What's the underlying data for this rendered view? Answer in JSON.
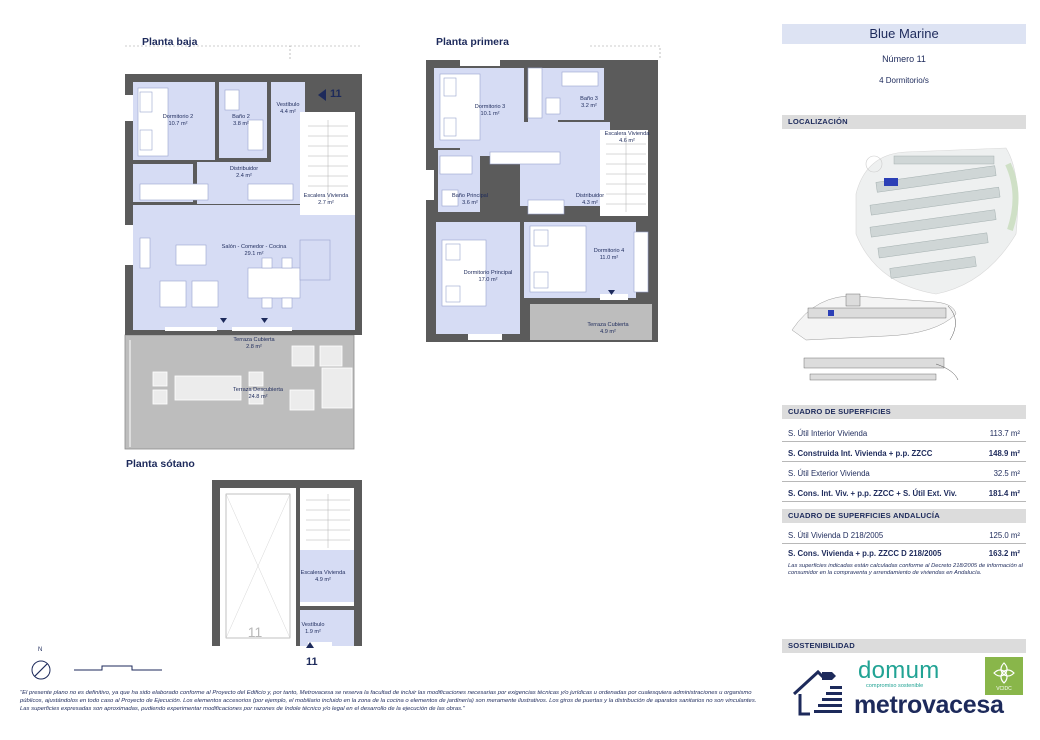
{
  "floors": {
    "baja": "Planta baja",
    "primera": "Planta primera",
    "sotano": "Planta sótano"
  },
  "rooms_baja": {
    "dormitorio2": [
      "Dormitorio 2",
      "10.7 m²"
    ],
    "bano2": [
      "Baño 2",
      "3.8 m²"
    ],
    "vestibulo": [
      "Vestíbulo",
      "4.4 m²"
    ],
    "distribuidor": [
      "Distribuidor",
      "2.4 m²"
    ],
    "escalera": [
      "Escalera Vivienda",
      "2.7 m²"
    ],
    "salon": [
      "Salón - Comedor - Cocina",
      "29.1 m²"
    ],
    "terraza_cubierta": [
      "Terraza Cubierta",
      "2.8 m²"
    ],
    "terraza_descubierta": [
      "Terraza Descubierta",
      "24.8 m²"
    ]
  },
  "rooms_primera": {
    "dormitorio3": [
      "Dormitorio 3",
      "10.1 m²"
    ],
    "bano3": [
      "Baño 3",
      "3.2 m²"
    ],
    "escalera": [
      "Escalera Vivienda",
      "4.6 m²"
    ],
    "bano_principal": [
      "Baño Principal",
      "3.6 m²"
    ],
    "distribuidor": [
      "Distribuidor",
      "4.3 m²"
    ],
    "dormitorio4": [
      "Dormitorio 4",
      "11.0 m²"
    ],
    "dormitorio_principal": [
      "Dormitorio Principal",
      "17.0 m²"
    ],
    "terraza_cubierta": [
      "Terraza Cubierta",
      "4.9 m²"
    ]
  },
  "rooms_sotano": {
    "escalera": [
      "Escalera Vivienda",
      "4.9 m²"
    ],
    "vestibulo": [
      "Vestíbulo",
      "1.9 m²"
    ],
    "garage_mark": "11"
  },
  "unit_marker": "11",
  "header": {
    "title": "Blue Marine",
    "number": "Número 11",
    "bedrooms": "4 Dormitorio/s"
  },
  "sections": {
    "localizacion": "LOCALIZACIÓN",
    "superficies": "CUADRO DE SUPERFICIES",
    "andalucia": "CUADRO DE SUPERFICIES ANDALUCÍA",
    "sostenibilidad": "SOSTENIBILIDAD"
  },
  "superficies": [
    {
      "label": "S. Útil Interior Vivienda",
      "value": "113.7 m²",
      "bold": false
    },
    {
      "label": "S. Construida Int. Vivienda + p.p. ZZCC",
      "value": "148.9 m²",
      "bold": true
    },
    {
      "label": "S. Útil Exterior Vivienda",
      "value": "32.5 m²",
      "bold": false
    },
    {
      "label": "S. Cons. Int. Viv. + p.p. ZZCC + S. Útil Ext. Viv.",
      "value": "181.4 m²",
      "bold": true
    }
  ],
  "andalucia": [
    {
      "label": "S. Útil Vivienda D 218/2005",
      "value": "125.0 m²",
      "bold": false
    },
    {
      "label": "S. Cons. Vivienda + p.p. ZZCC D 218/2005",
      "value": "163.2 m²",
      "bold": true
    }
  ],
  "andalucia_note": "Las superficies indicadas están calculadas conforme al Decreto 218/2005 de información al consumidor en la compraventa y arrendamiento de viviendas en Andalucía.",
  "disclaimer": "\"El presente plano no es definitivo, ya que ha sido elaborado conforme al Proyecto del Edificio y, por tanto, Metrovacesa se reserva la facultad de incluir las modificaciones necesarias por exigencias técnicas y/o jurídicas u ordenadas por cualesquiera administraciones u organismo públicos, ajustándolos en todo caso al Proyecto de Ejecución. Los elementos accesorios (por ejemplo, el mobiliario incluido en la zona de la cocina o elementos de jardinería) son meramente ilustrativos. Los giros de puertas y la distribución de aparatos sanitarios no son vinculantes. Las superficies expresadas son aproximadas, pudiendo experimentar modificaciones por razones de índole técnico y/o legal en el desarrollo de la ejecución de las obras.\"",
  "compass": "N",
  "brands": {
    "domum": "domum",
    "domum_sub": "compromiso sostenible",
    "metrovacesa": "metrovacesa",
    "vcidc": "VCIDC"
  },
  "colors": {
    "room_fill": "#d6dcf4",
    "wall": "#5b5b5b",
    "terrace": "#bdbdbd",
    "navy": "#1d2a5b",
    "green": "#21a394"
  }
}
